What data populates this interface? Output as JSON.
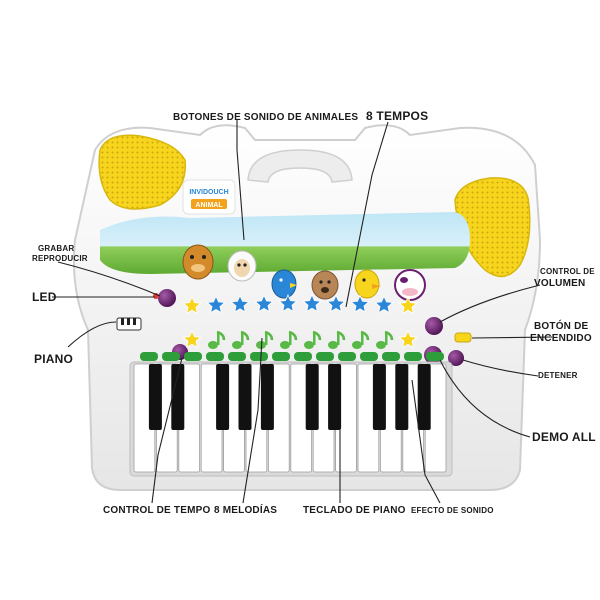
{
  "toy": {
    "brand_line1": "INVIDOUCH",
    "brand_line2": "ANIMAL"
  },
  "callouts": {
    "animal_buttons": "BOTONES DE SONIDO DE ANIMALES",
    "eight_tempos": "8 TEMPOS",
    "record": "GRABAR",
    "playback": "REPRODUCIR",
    "led": "LED",
    "piano": "PIANO",
    "volume_line1": "CONTROL DE",
    "volume_line2": "VOLUMEN",
    "power_line1": "BOTÓN DE",
    "power_line2": "ENCENDIDO",
    "stop": "DETENER",
    "demo_all": "DEMO ALL",
    "tempo_control": "CONTROL DE TEMPO",
    "eight_melodies": "8 MELODÍAS",
    "piano_keyboard": "TECLADO DE PIANO",
    "sound_effect": "EFECTO DE SONIDO"
  },
  "colors": {
    "body": "#f4f4f4",
    "speaker": "#f7d51d",
    "button_purple": "#6a1f6f",
    "button_blue": "#2a86d6",
    "button_yellow": "#f7d51d",
    "button_green": "#58b947",
    "key_green": "#2e9e3a",
    "key_black": "#111111",
    "leader": "#222222"
  }
}
